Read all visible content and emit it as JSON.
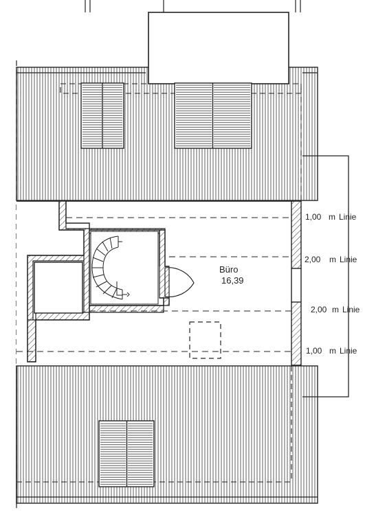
{
  "room": {
    "name": "Büro",
    "area": "16,39"
  },
  "lines": [
    {
      "value": "1,00",
      "unit": "m",
      "word": "Linie"
    },
    {
      "value": "2,00",
      "unit": "m",
      "word": "Linie"
    },
    {
      "value": "2,00",
      "unit": "m",
      "word": "Linie"
    },
    {
      "value": "1,00",
      "unit": "m",
      "word": "Linie"
    }
  ],
  "colors": {
    "ink": "#222222",
    "background": "#ffffff"
  }
}
